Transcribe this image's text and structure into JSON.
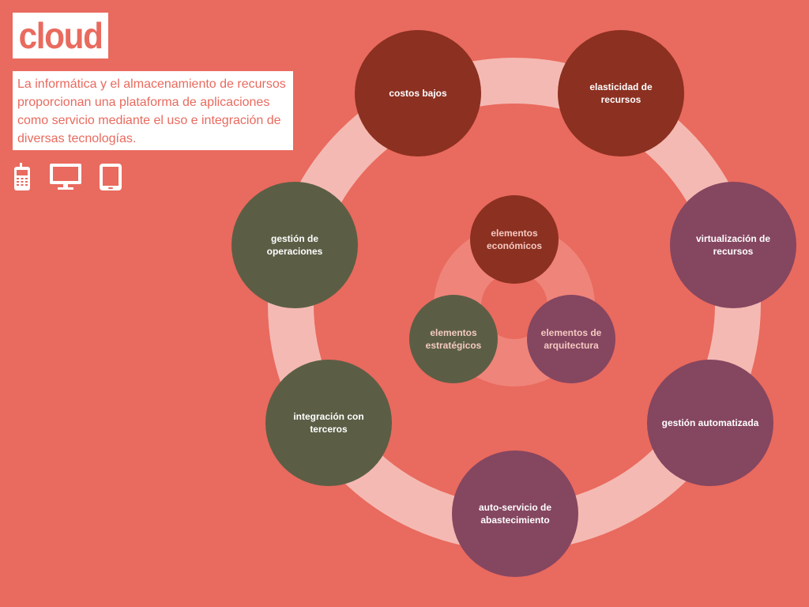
{
  "header": {
    "title": "cloud",
    "description": "La informática y el almacenamiento de recursos proporcionan una plataforma de aplicaciones como servicio mediante el uso e integración de diversas tecnologías."
  },
  "devices": [
    {
      "icon": "mobile-phone-icon"
    },
    {
      "icon": "desktop-monitor-icon"
    },
    {
      "icon": "tablet-icon"
    }
  ],
  "colors": {
    "background": "#e96a5e",
    "economic": "#8c3021",
    "strategic": "#5b5e45",
    "architecture": "#854660",
    "ring": "#f5b9b3"
  },
  "outer_nodes": {
    "costos_bajos": "costos bajos",
    "elasticidad": "elasticidad de recursos",
    "virtualizacion": "virtualización de recursos",
    "gestion_automatizada": "gestión automatizada",
    "auto_servicio": "auto-servicio de abastecimiento",
    "integracion": "integración con terceros",
    "gestion_operaciones": "gestión de operaciones"
  },
  "center_nodes": {
    "economicos": "elementos económicos",
    "estrategicos": "elementos estratégicos",
    "arquitectura": "elementos de arquitectura"
  }
}
